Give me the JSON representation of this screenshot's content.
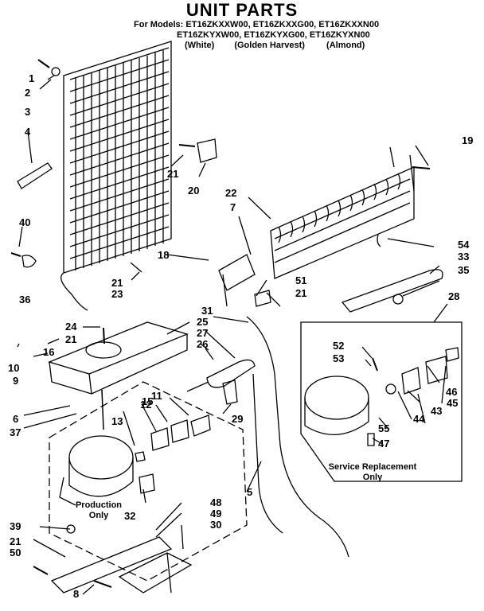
{
  "title": "UNIT PARTS",
  "models": {
    "prefix": "For Models:",
    "line1": "ET16ZKXXW00, ET16ZKXXG00, ET16ZKXXN00",
    "line2": "ET16ZKYXW00, ET16ZKYXG00, ET16ZKYXN00",
    "colors": [
      "(White)",
      "(Golden Harvest)",
      "(Almond)"
    ]
  },
  "callouts": [
    "1",
    "2",
    "3",
    "4",
    "40",
    "36",
    "21",
    "20",
    "19",
    "22",
    "7",
    "54",
    "33",
    "35",
    "18",
    "21",
    "23",
    "51",
    "21",
    "28",
    "31",
    "25",
    "27",
    "26",
    "24",
    "21",
    "16",
    "10",
    "9",
    "29",
    "52",
    "53",
    "46",
    "44",
    "43",
    "45",
    "55",
    "47",
    "15",
    "11",
    "12",
    "13",
    "6",
    "37",
    "32",
    "39",
    "21",
    "50",
    "48",
    "49",
    "30",
    "8",
    "5"
  ],
  "notes": {
    "production": "Production Only",
    "service": "Service Replacement Only"
  }
}
